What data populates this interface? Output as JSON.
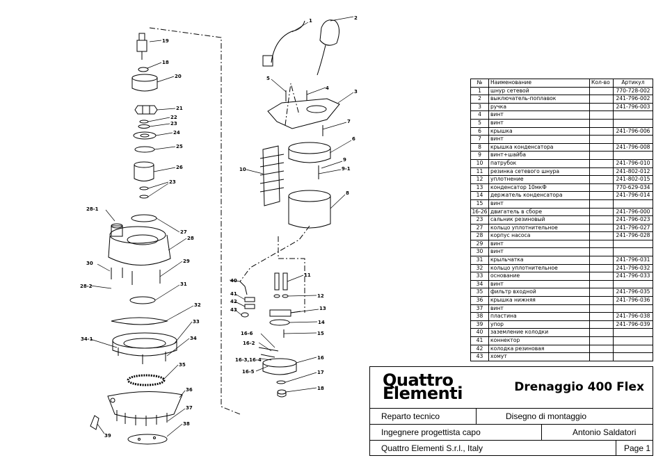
{
  "table": {
    "headers": {
      "no": "№",
      "name": "Наименование",
      "qty": "Кол-во",
      "article": "Артикул"
    },
    "rows": [
      {
        "no": "1",
        "name": "шнур сетевой",
        "article": "770-728-002"
      },
      {
        "no": "2",
        "name": "выключатель-поплавок",
        "article": "241-796-002"
      },
      {
        "no": "3",
        "name": "ручка",
        "article": "241-796-003"
      },
      {
        "no": "4",
        "name": "винт",
        "article": ""
      },
      {
        "no": "5",
        "name": "винт",
        "article": ""
      },
      {
        "no": "6",
        "name": "крышка",
        "article": "241-796-006"
      },
      {
        "no": "7",
        "name": "винт",
        "article": ""
      },
      {
        "no": "8",
        "name": "крышка конденсатора",
        "article": "241-796-008"
      },
      {
        "no": "9",
        "name": "винт+шайба",
        "article": ""
      },
      {
        "no": "10",
        "name": "патрубок",
        "article": "241-796-010"
      },
      {
        "no": "11",
        "name": "резинка сетевого шнура",
        "article": "241-802-012"
      },
      {
        "no": "12",
        "name": "уплотнение",
        "article": "241-802-015"
      },
      {
        "no": "13",
        "name": "конденсатор 10мкФ",
        "article": "770-629-034"
      },
      {
        "no": "14",
        "name": "держатель конденсатора",
        "article": "241-796-014"
      },
      {
        "no": "15",
        "name": "винт",
        "article": ""
      },
      {
        "no": "16-26",
        "name": "двигатель в сборе",
        "article": "241-796-000"
      },
      {
        "no": "23",
        "name": "сальник резиновый",
        "article": "241-796-023"
      },
      {
        "no": "27",
        "name": "кольцо уплотнительное",
        "article": "241-796-027"
      },
      {
        "no": "28",
        "name": "корпус насоса",
        "article": "241-796-028"
      },
      {
        "no": "29",
        "name": "винт",
        "article": ""
      },
      {
        "no": "30",
        "name": "винт",
        "article": ""
      },
      {
        "no": "31",
        "name": "крыльчатка",
        "article": "241-796-031"
      },
      {
        "no": "32",
        "name": "кольцо уплотнительное",
        "article": "241-796-032"
      },
      {
        "no": "33",
        "name": "основание",
        "article": "241-796-033"
      },
      {
        "no": "34",
        "name": "винт",
        "article": ""
      },
      {
        "no": "35",
        "name": "фильтр входной",
        "article": "241-796-035"
      },
      {
        "no": "36",
        "name": "крышка нижняя",
        "article": "241-796-036"
      },
      {
        "no": "37",
        "name": "винт",
        "article": ""
      },
      {
        "no": "38",
        "name": "пластина",
        "article": "241-796-038"
      },
      {
        "no": "39",
        "name": "упор",
        "article": "241-796-039"
      },
      {
        "no": "40",
        "name": "заземление колодки",
        "article": ""
      },
      {
        "no": "41",
        "name": "коннектор",
        "article": ""
      },
      {
        "no": "42",
        "name": "колодка резиновая",
        "article": ""
      },
      {
        "no": "43",
        "name": "хомут",
        "article": ""
      }
    ]
  },
  "title_block": {
    "logo_line1": "Quattro",
    "logo_line2": "Elementi",
    "product": "Drenaggio 400 Flex",
    "department": "Reparto tecnico",
    "drawing_type": "Disegno di montaggio",
    "role": "Ingegnere progettista capo",
    "engineer": "Antonio Saldatori",
    "company": "Quattro Elementi S.r.l., Italy",
    "page": "Page 1"
  },
  "callouts": {
    "c1": "1",
    "c2": "2",
    "c3": "3",
    "c4": "4",
    "c5": "5",
    "c6": "6",
    "c7": "7",
    "c8": "8",
    "c9": "9",
    "c9_1": "9-1",
    "c10": "10",
    "c11": "11",
    "c12": "12",
    "c13": "13",
    "c14": "14",
    "c15": "15",
    "c16": "16",
    "c16_6": "16-6",
    "c16_2": "16-2",
    "c16_3": "16-3,16-4",
    "c16_5": "16-5",
    "c17": "17",
    "c18": "18",
    "c19": "19",
    "c18b": "18",
    "c20": "20",
    "c21": "21",
    "c22": "22",
    "c23a": "23",
    "c24": "24",
    "c25": "25",
    "c26": "26",
    "c23b": "23",
    "c27": "27",
    "c28_1": "28-1",
    "c28": "28",
    "c30": "30",
    "c29": "29",
    "c28_2": "28-2",
    "c31": "31",
    "c32": "32",
    "c33": "33",
    "c34_1": "34-1",
    "c34": "34",
    "c35": "35",
    "c36": "36",
    "c37": "37",
    "c38": "38",
    "c39": "39",
    "c40": "40",
    "c41": "41",
    "c42": "42",
    "c43": "43"
  }
}
